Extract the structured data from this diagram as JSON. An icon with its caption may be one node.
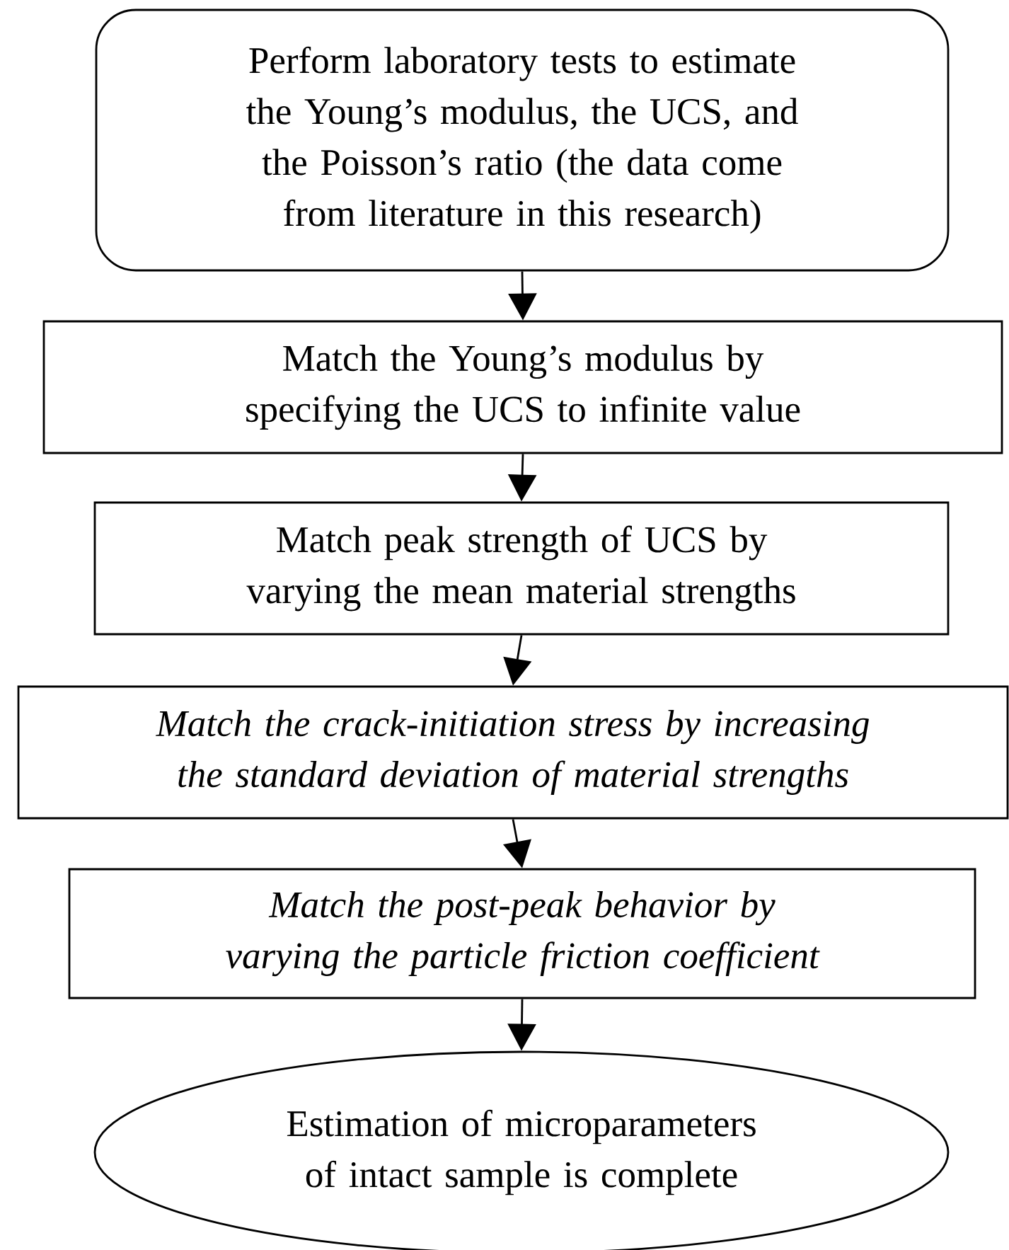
{
  "diagram": {
    "nodes": [
      {
        "text": [
          "Perform laboratory tests to estimate the Young’s modulus, the UCS, and the Poisson’s ratio (the data come from literature in this research)"
        ]
      },
      {
        "text": [
          "Match the Young’s modulus by specifying the UCS to infinite value"
        ]
      },
      {
        "text": [
          "Match peak strength of UCS by varying the mean material strengths"
        ]
      },
      {
        "text": [
          "Match the crack-initiation stress by increasing the standard deviation of material strengths"
        ]
      },
      {
        "text": [
          "Match the post-peak behavior by varying the particle friction coefficient"
        ]
      },
      {
        "text": [
          "Estimation of microparameters of intact sample is complete"
        ]
      }
    ],
    "edges": [
      {
        "from": 0,
        "to": 1,
        "arrow": "to"
      },
      {
        "from": 1,
        "to": 2,
        "arrow": "to"
      },
      {
        "from": 2,
        "to": 3,
        "arrow": "to"
      },
      {
        "from": 3,
        "to": 4,
        "arrow": "to"
      },
      {
        "from": 4,
        "to": 5,
        "arrow": "to"
      }
    ]
  }
}
